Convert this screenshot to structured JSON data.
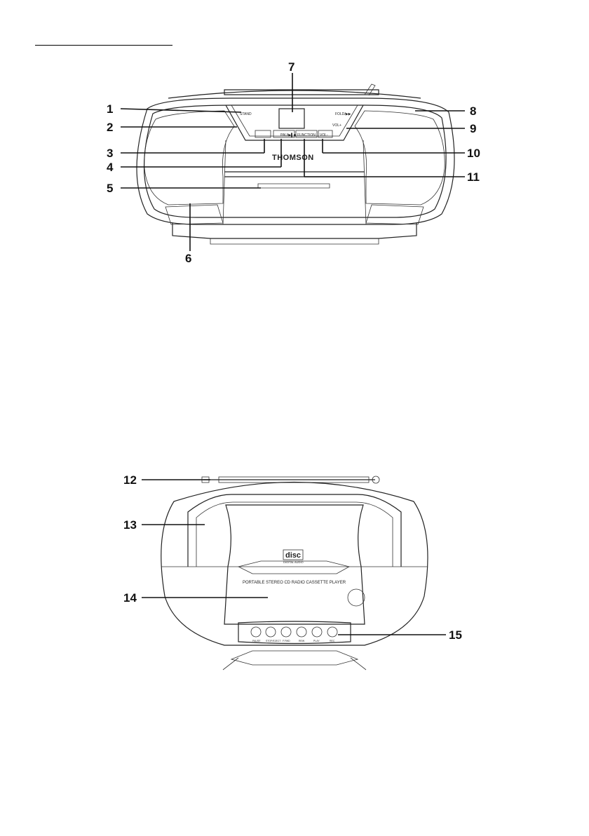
{
  "front_view": {
    "brand": "THOMSON",
    "button_labels": [
      "STAND",
      "PAU/▶▌■",
      "FUNCTION",
      "FOLD/▶▶",
      "VOL+",
      "VOL-"
    ],
    "callouts": [
      "1",
      "2",
      "3",
      "4",
      "5",
      "6",
      "7",
      "8",
      "9",
      "10",
      "11"
    ]
  },
  "top_view": {
    "logo_text": "disc",
    "logo_sub": "DIGITAL AUDIO",
    "product_text": "PORTABLE STEREO CD RADIO CASSETTE PLAYER",
    "button_labels": [
      "PAUSE",
      "STOP/EJECT",
      "F.FWD",
      "REW",
      "PLAY",
      "REC"
    ],
    "callouts": [
      "12",
      "13",
      "14",
      "15"
    ]
  }
}
